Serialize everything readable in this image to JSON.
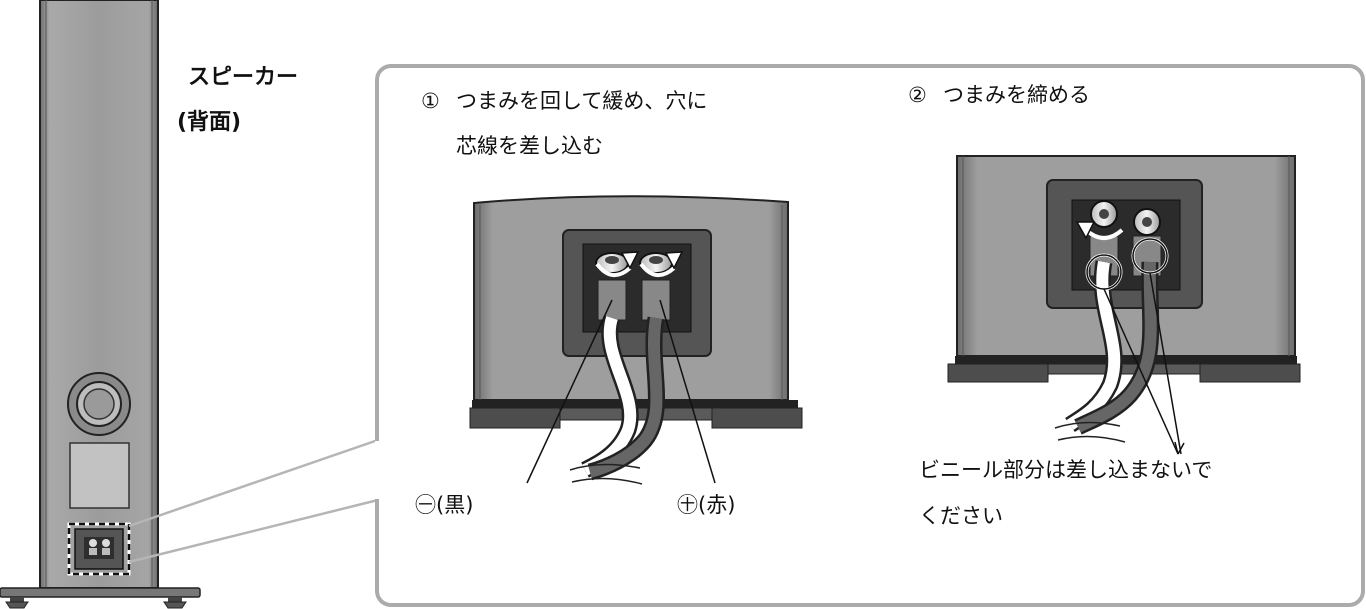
{
  "speaker": {
    "title": "スピーカー",
    "subtitle": "(背面)"
  },
  "step1": {
    "number": "①",
    "text_line1": "つまみを回して緩め、穴に",
    "text_line2": "芯線を差し込む",
    "minus_label": "㊀(黒)",
    "plus_label": "㊉(赤)"
  },
  "step2": {
    "number": "②",
    "text": "つまみを締める",
    "note_line1": "ビニール部分は差し込まないで",
    "note_line2": "ください"
  }
}
